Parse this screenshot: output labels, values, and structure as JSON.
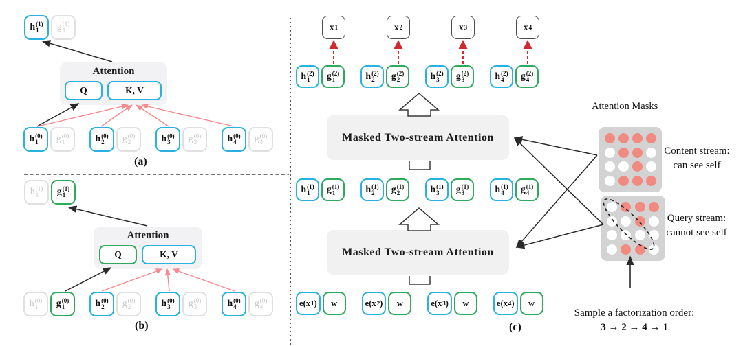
{
  "panel_a": {
    "label": "(a)",
    "attention": {
      "title": "Attention",
      "q": "Q",
      "kv": "K, V"
    },
    "outputs": [
      [
        {
          "pre": "h",
          "sub": "1",
          "sup": "(1)",
          "style": "blue"
        },
        {
          "pre": "g",
          "sub": "1",
          "sup": "(1)",
          "style": "muted"
        }
      ]
    ],
    "inputs": [
      [
        {
          "pre": "h",
          "sub": "1",
          "sup": "(0)",
          "style": "blue"
        },
        {
          "pre": "g",
          "sub": "1",
          "sup": "(0)",
          "style": "muted"
        }
      ],
      [
        {
          "pre": "h",
          "sub": "2",
          "sup": "(0)",
          "style": "blue"
        },
        {
          "pre": "g",
          "sub": "2",
          "sup": "(0)",
          "style": "muted"
        }
      ],
      [
        {
          "pre": "h",
          "sub": "3",
          "sup": "(0)",
          "style": "blue"
        },
        {
          "pre": "g",
          "sub": "3",
          "sup": "(0)",
          "style": "muted"
        }
      ],
      [
        {
          "pre": "h",
          "sub": "4",
          "sup": "(0)",
          "style": "blue"
        },
        {
          "pre": "g",
          "sub": "4",
          "sup": "(0)",
          "style": "muted"
        }
      ]
    ]
  },
  "panel_b": {
    "label": "(b)",
    "attention": {
      "title": "Attention",
      "q": "Q",
      "kv": "K, V"
    },
    "outputs": [
      [
        {
          "pre": "h",
          "sub": "1",
          "sup": "(1)",
          "style": "muted"
        },
        {
          "pre": "g",
          "sub": "1",
          "sup": "(1)",
          "style": "green"
        }
      ]
    ],
    "inputs": [
      [
        {
          "pre": "h",
          "sub": "1",
          "sup": "(0)",
          "style": "muted"
        },
        {
          "pre": "g",
          "sub": "1",
          "sup": "(0)",
          "style": "green"
        }
      ],
      [
        {
          "pre": "h",
          "sub": "2",
          "sup": "(0)",
          "style": "blue"
        },
        {
          "pre": "g",
          "sub": "2",
          "sup": "(0)",
          "style": "muted"
        }
      ],
      [
        {
          "pre": "h",
          "sub": "3",
          "sup": "(0)",
          "style": "blue"
        },
        {
          "pre": "g",
          "sub": "3",
          "sup": "(0)",
          "style": "muted"
        }
      ],
      [
        {
          "pre": "h",
          "sub": "4",
          "sup": "(0)",
          "style": "blue"
        },
        {
          "pre": "g",
          "sub": "4",
          "sup": "(0)",
          "style": "muted"
        }
      ]
    ]
  },
  "panel_c": {
    "label": "(c)",
    "block_label": "Masked Two-stream Attention",
    "x_row": [
      {
        "pre": "x",
        "sub": "1",
        "style": "dark"
      },
      {
        "pre": "x",
        "sub": "2",
        "style": "dark"
      },
      {
        "pre": "x",
        "sub": "3",
        "style": "dark"
      },
      {
        "pre": "x",
        "sub": "4",
        "style": "dark"
      }
    ],
    "layer2": [
      [
        {
          "pre": "h",
          "sub": "1",
          "sup": "(2)",
          "style": "blue"
        },
        {
          "pre": "g",
          "sub": "1",
          "sup": "(2)",
          "style": "green"
        }
      ],
      [
        {
          "pre": "h",
          "sub": "2",
          "sup": "(2)",
          "style": "blue"
        },
        {
          "pre": "g",
          "sub": "2",
          "sup": "(2)",
          "style": "green"
        }
      ],
      [
        {
          "pre": "h",
          "sub": "3",
          "sup": "(2)",
          "style": "blue"
        },
        {
          "pre": "g",
          "sub": "3",
          "sup": "(2)",
          "style": "green"
        }
      ],
      [
        {
          "pre": "h",
          "sub": "4",
          "sup": "(2)",
          "style": "blue"
        },
        {
          "pre": "g",
          "sub": "4",
          "sup": "(2)",
          "style": "green"
        }
      ]
    ],
    "layer1": [
      [
        {
          "pre": "h",
          "sub": "1",
          "sup": "(1)",
          "style": "blue"
        },
        {
          "pre": "g",
          "sub": "1",
          "sup": "(1)",
          "style": "green"
        }
      ],
      [
        {
          "pre": "h",
          "sub": "2",
          "sup": "(1)",
          "style": "blue"
        },
        {
          "pre": "g",
          "sub": "2",
          "sup": "(1)",
          "style": "green"
        }
      ],
      [
        {
          "pre": "h",
          "sub": "3",
          "sup": "(1)",
          "style": "blue"
        },
        {
          "pre": "g",
          "sub": "3",
          "sup": "(1)",
          "style": "green"
        }
      ],
      [
        {
          "pre": "h",
          "sub": "4",
          "sup": "(1)",
          "style": "blue"
        },
        {
          "pre": "g",
          "sub": "4",
          "sup": "(1)",
          "style": "green"
        }
      ]
    ],
    "embed_row": [
      [
        {
          "pre": "e(x",
          "sub": "1",
          "post": ")",
          "style": "blue"
        },
        {
          "pre": "w",
          "style": "green"
        }
      ],
      [
        {
          "pre": "e(x",
          "sub": "2",
          "post": ")",
          "style": "blue"
        },
        {
          "pre": "w",
          "style": "green"
        }
      ],
      [
        {
          "pre": "e(x",
          "sub": "3",
          "post": ")",
          "style": "blue"
        },
        {
          "pre": "w",
          "style": "green"
        }
      ],
      [
        {
          "pre": "e(x",
          "sub": "4",
          "post": ")",
          "style": "blue"
        },
        {
          "pre": "w",
          "style": "green"
        }
      ]
    ]
  },
  "masks": {
    "title": "Attention Masks",
    "content": {
      "rows": [
        "1111",
        "0110",
        "0010",
        "0111"
      ],
      "caption_line1": "Content stream:",
      "caption_line2": "can see self"
    },
    "query": {
      "rows": [
        "0111",
        "0010",
        "0000",
        "0110"
      ],
      "caption_line1": "Query stream:",
      "caption_line2": "cannot see self"
    },
    "note_line1": "Sample a factorization order:",
    "note_line2": "3 → 2 → 4 → 1"
  },
  "colors": {
    "content_stream_accent": "#29b2e0",
    "query_stream_accent": "#2fa95c",
    "inactive": "#d9d9d9",
    "mask_dot_visible": "#f18a80",
    "mask_background": "#d3d3d3",
    "predict_arrow": "#cc2b33",
    "attend_line": "#f5898d"
  }
}
